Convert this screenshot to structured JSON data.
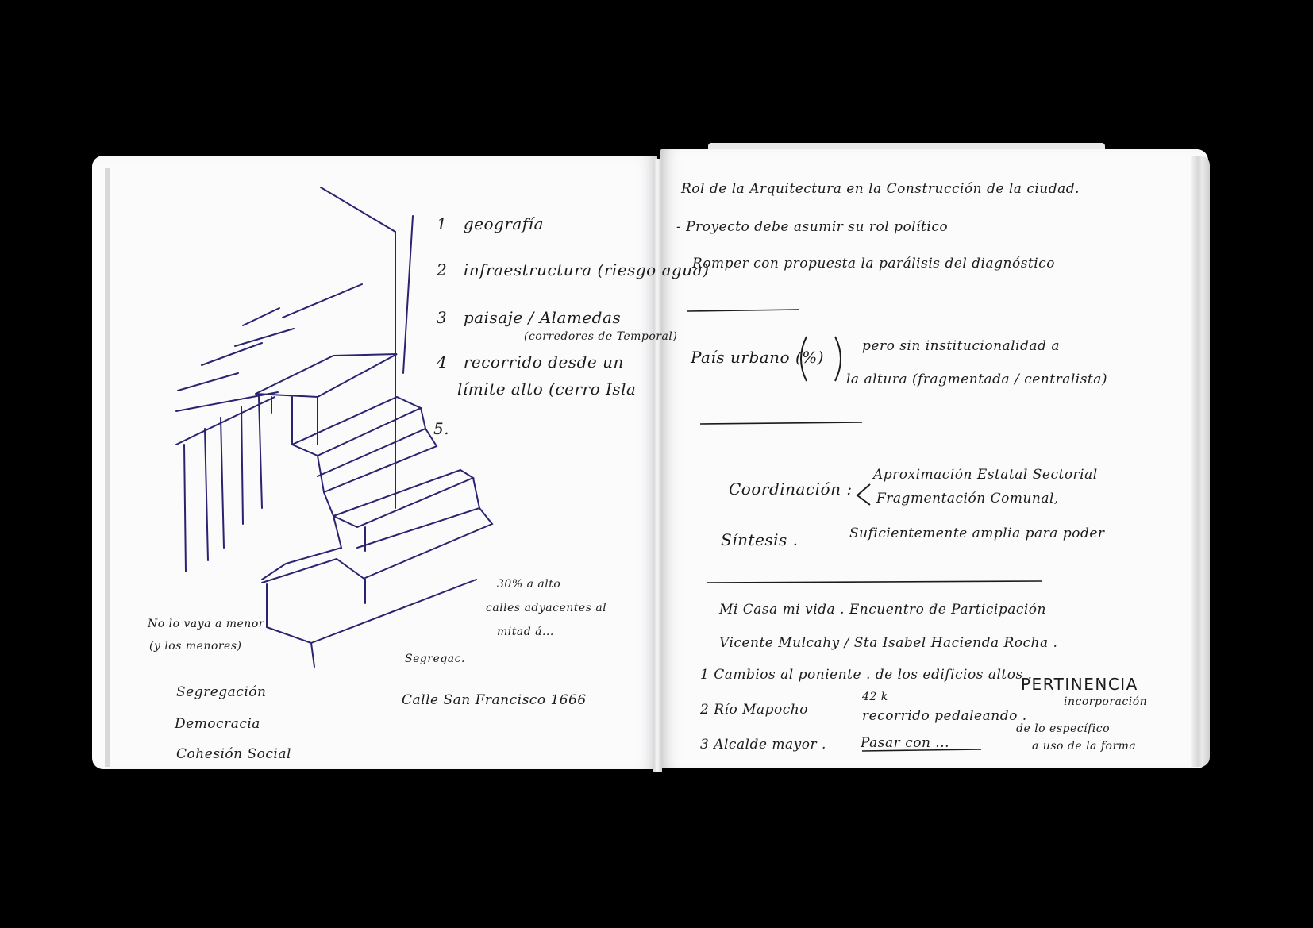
{
  "colors": {
    "background": "#000000",
    "paper": "#fbfbfc",
    "ink_black": "#1b1b1b",
    "ink_blue": "#2a2470"
  },
  "left_page": {
    "numbered_list": [
      {
        "num": "1",
        "text": "geografía"
      },
      {
        "num": "2",
        "text": "infraestructura (riesgo agua)"
      },
      {
        "num": "3",
        "text": "paisaje / Alamedas"
      },
      {
        "num": "",
        "text": "(corredores de Temporal)"
      },
      {
        "num": "4",
        "text": "recorrido desde un"
      },
      {
        "num": "",
        "text": "límite alto (cerro Isla"
      },
      {
        "num": "5.",
        "text": ""
      }
    ],
    "sketch_notes": {
      "note_30": "30% a alto",
      "note_30_b": "calles adyacentes al",
      "note_30_c": "mitad á...",
      "left_note_a": "No lo vaya a menor",
      "left_note_b": "(y los menores)",
      "segregation": "Segregación",
      "democracy": "Democracia",
      "cohesion": "Cohesión Social",
      "segun": "Segregac.",
      "street": "Calle San Francisco 1666"
    }
  },
  "right_page": {
    "heading_line_1": "Rol de la Arquitectura en la Construcción de la ciudad.",
    "heading_line_2": "- Proyecto debe asumir su rol político",
    "heading_line_3": "Romper con propuesta la parálisis del diagnóstico",
    "pais_urbano": "País urbano (%)",
    "pais_urbano_cont": "pero sin institucionalidad a",
    "pais_urbano_cont2": "la altura (fragmentada / centralista)",
    "coordinacion_label": "Coordinación :",
    "coordinacion_a": "Aproximación Estatal Sectorial",
    "coordinacion_b": "Fragmentación Comunal,",
    "sintesis_label": "Síntesis .",
    "sintesis_text": "Suficientemente amplia para poder",
    "mi_casa": "Mi Casa mi vida . Encuentro de Participación",
    "vicente": "Vicente Mulcahy / Sta Isabel Hacienda Rocha .",
    "item_1": "1  Cambios al poniente . de los edificios altos .",
    "item_2": "2  Río Mapocho",
    "item_2_num": "42 k",
    "item_2_cont": "recorrido pedaleando .",
    "pertinencia": "PERTINENCIA",
    "item_3": "3  Alcalde mayor .",
    "item_3_cont": "Pasar con ...",
    "item_3_side": "de lo específico",
    "item_3_side_b": "a uso de la forma",
    "item_3_side_top": "incorporación"
  }
}
